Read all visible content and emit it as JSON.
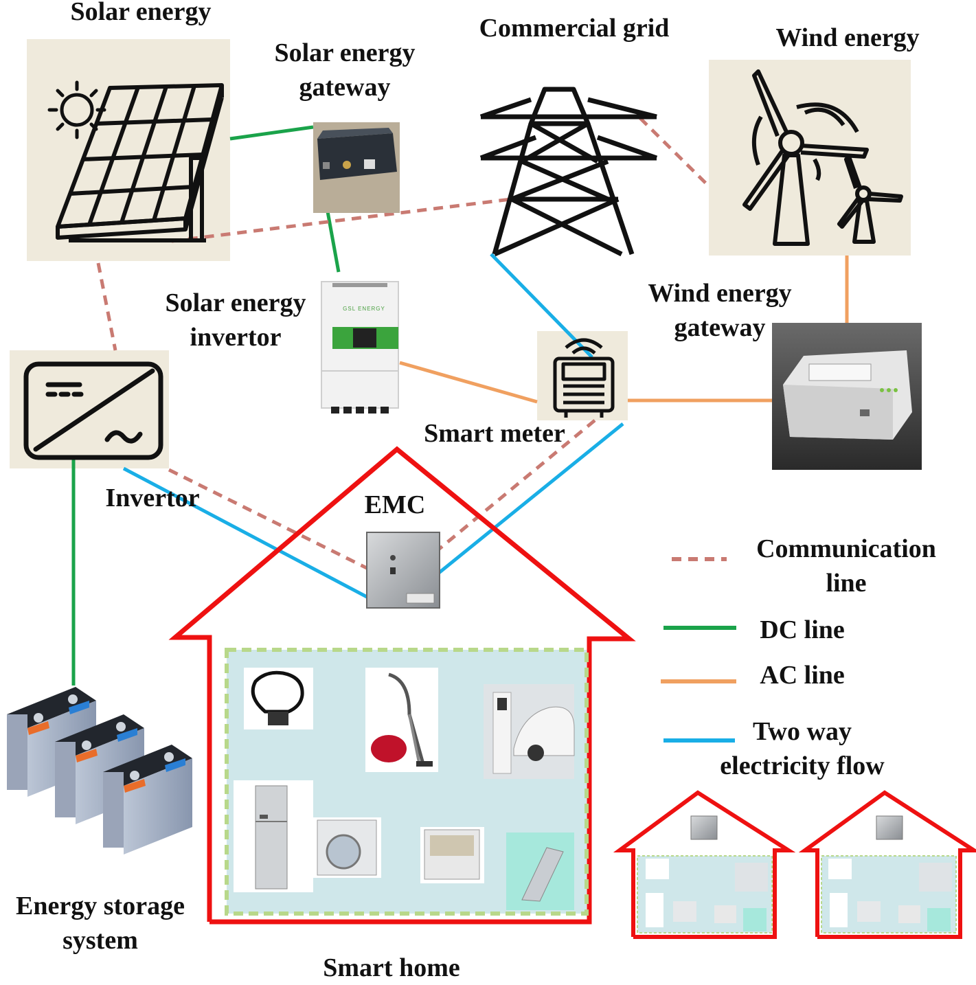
{
  "labels": {
    "solar_energy": "Solar energy",
    "solar_gateway_line1": "Solar energy",
    "solar_gateway_line2": "gateway",
    "commercial_grid": "Commercial grid",
    "wind_energy": "Wind energy",
    "solar_invertor_line1": "Solar energy",
    "solar_invertor_line2": "invertor",
    "wind_gateway_line1": "Wind energy",
    "wind_gateway_line2": "gateway",
    "smart_meter": "Smart meter",
    "invertor": "Invertor",
    "emc": "EMC",
    "energy_storage_line1": "Energy storage",
    "energy_storage_line2": "system",
    "smart_home": "Smart home",
    "inverter_panel_text": "GSL ENERGY"
  },
  "legend": {
    "communication_line1": "Communication",
    "communication_line2": "line",
    "dc": "DC line",
    "ac": "AC line",
    "two_way_line1": "Two way",
    "two_way_line2": "electricity flow"
  },
  "colors": {
    "communication": "#c97a72",
    "dc": "#1aa34a",
    "ac": "#f0a060",
    "two_way": "#19aee6",
    "house": "#ee1111",
    "icon_bg": "#efeadc",
    "room_bg": "#cfe7ea",
    "room_border": "#b8d88a"
  },
  "icons": [
    "solar-panel-icon",
    "sun-icon",
    "gateway-device-icon",
    "transmission-tower-icon",
    "wind-turbine-icon",
    "inverter-unit-icon",
    "smart-meter-icon",
    "wind-gateway-device-icon",
    "invertor-icon",
    "emc-cabinet-icon",
    "battery-icon",
    "light-bulb-icon",
    "vacuum-cleaner-icon",
    "ev-charger-icon",
    "refrigerator-icon",
    "washing-machine-icon",
    "dishwasher-icon",
    "laptop-icon"
  ]
}
